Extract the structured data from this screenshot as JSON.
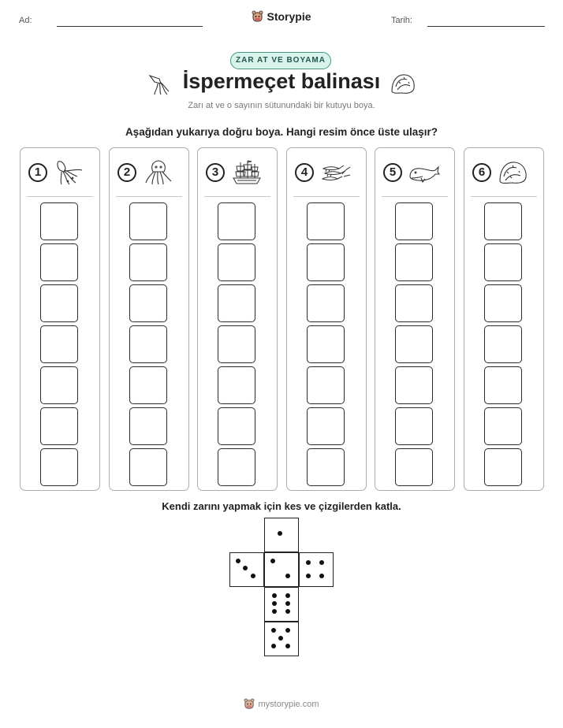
{
  "header": {
    "name_label": "Ad:",
    "date_label": "Tarih:",
    "brand": "Storypie"
  },
  "badge": "ZAR AT VE BOYAMA",
  "title": "İspermeçet balinası",
  "subtitle": "Zarı at ve o sayının sütunundaki bir kutuyu boya.",
  "instruction": "Aşağıdan yukarıya doğru boya. Hangi resim önce üste ulaşır?",
  "columns": [
    {
      "number": "1",
      "icon": "squid-icon"
    },
    {
      "number": "2",
      "icon": "octopus-icon"
    },
    {
      "number": "3",
      "icon": "ship-icon"
    },
    {
      "number": "4",
      "icon": "krill-icon"
    },
    {
      "number": "5",
      "icon": "sperm-whale-icon"
    },
    {
      "number": "6",
      "icon": "ambergris-icon"
    }
  ],
  "boxes_per_column": 7,
  "fold_instruction": "Kendi zarını yapmak için kes ve çizgilerden katla.",
  "dice_faces": [
    1,
    3,
    2,
    4,
    6,
    5
  ],
  "footer": "mystorypie.com"
}
